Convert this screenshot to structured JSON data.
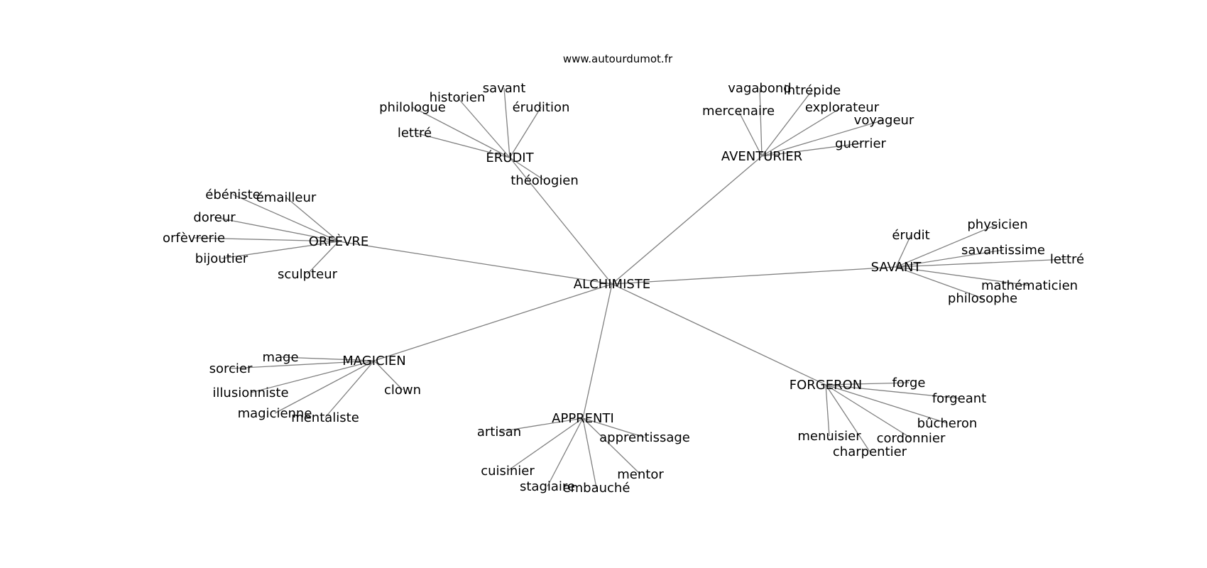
{
  "site": "www.autourdumot.fr",
  "root": "ALCHIMISTE",
  "groups": [
    {
      "name": "ÉRUDIT",
      "words": [
        "savant",
        "historien",
        "philologue",
        "érudition",
        "lettré",
        "théologien"
      ]
    },
    {
      "name": "AVENTURIER",
      "words": [
        "vagabond",
        "intrépide",
        "mercenaire",
        "explorateur",
        "voyageur",
        "guerrier"
      ]
    },
    {
      "name": "ORFÈVRE",
      "words": [
        "ébéniste",
        "émailleur",
        "doreur",
        "orfèvrerie",
        "bijoutier",
        "sculpteur"
      ]
    },
    {
      "name": "SAVANT",
      "words": [
        "érudit",
        "physicien",
        "savantissime",
        "lettré",
        "mathématicien",
        "philosophe"
      ]
    },
    {
      "name": "MAGICIEN",
      "words": [
        "mage",
        "sorcier",
        "illusionniste",
        "clown",
        "magicienne",
        "mentaliste"
      ]
    },
    {
      "name": "FORGERON",
      "words": [
        "forge",
        "forgeant",
        "bûcheron",
        "cordonnier",
        "menuisier",
        "charpentier"
      ]
    },
    {
      "name": "APPRENTI",
      "words": [
        "artisan",
        "apprentissage",
        "cuisinier",
        "mentor",
        "stagiaire",
        "embauché"
      ]
    }
  ]
}
